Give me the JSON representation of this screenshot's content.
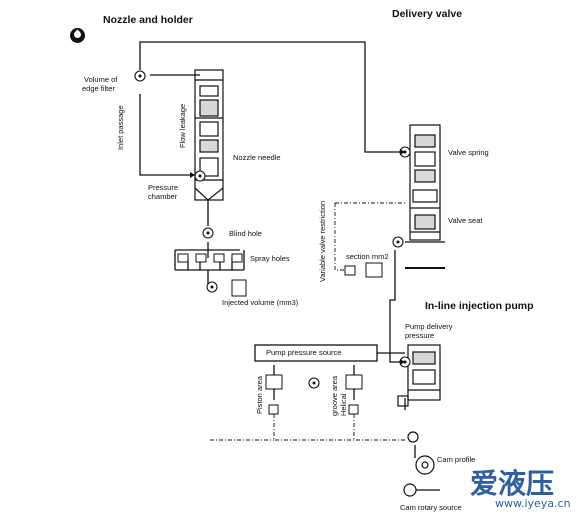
{
  "sections": {
    "nozzle": "Nozzle and holder",
    "delivery": "Delivery valve",
    "pump": "In-line injection pump"
  },
  "labels": {
    "edge_filter": [
      "Volume of",
      "edge filter"
    ],
    "inlet_passage": "Inlet passage",
    "flow_leakage": "Flow leakage",
    "nozzle_needle": "Nozzle needle",
    "pressure_chamber": [
      "Pressure",
      "chamber"
    ],
    "blind_hole": "Blind hole",
    "spray_holes": "Spray holes",
    "injected_volume": "Injected volume (mm3)",
    "valve_spring": "Valve spring",
    "valve_seat": "Valve seat",
    "variable_restriction": "Variable valve restriction",
    "section": "section mm2",
    "pump_delivery_pressure": [
      "Pump delivery",
      "pressure"
    ],
    "pump_pressure_source": "Pump pressure source",
    "piston_area": "Piston area",
    "helical_groove": [
      "Helical",
      "groove area"
    ],
    "cam_profile": "Cam profile",
    "cam_rotary_source": "Cam rotary source"
  },
  "watermark": {
    "chinese": "爱液压",
    "url": "www.iyeya.cn"
  },
  "colors": {
    "ink": "#111111",
    "watermark": "#2f5fa0"
  },
  "icons": [
    "drop-icon"
  ]
}
